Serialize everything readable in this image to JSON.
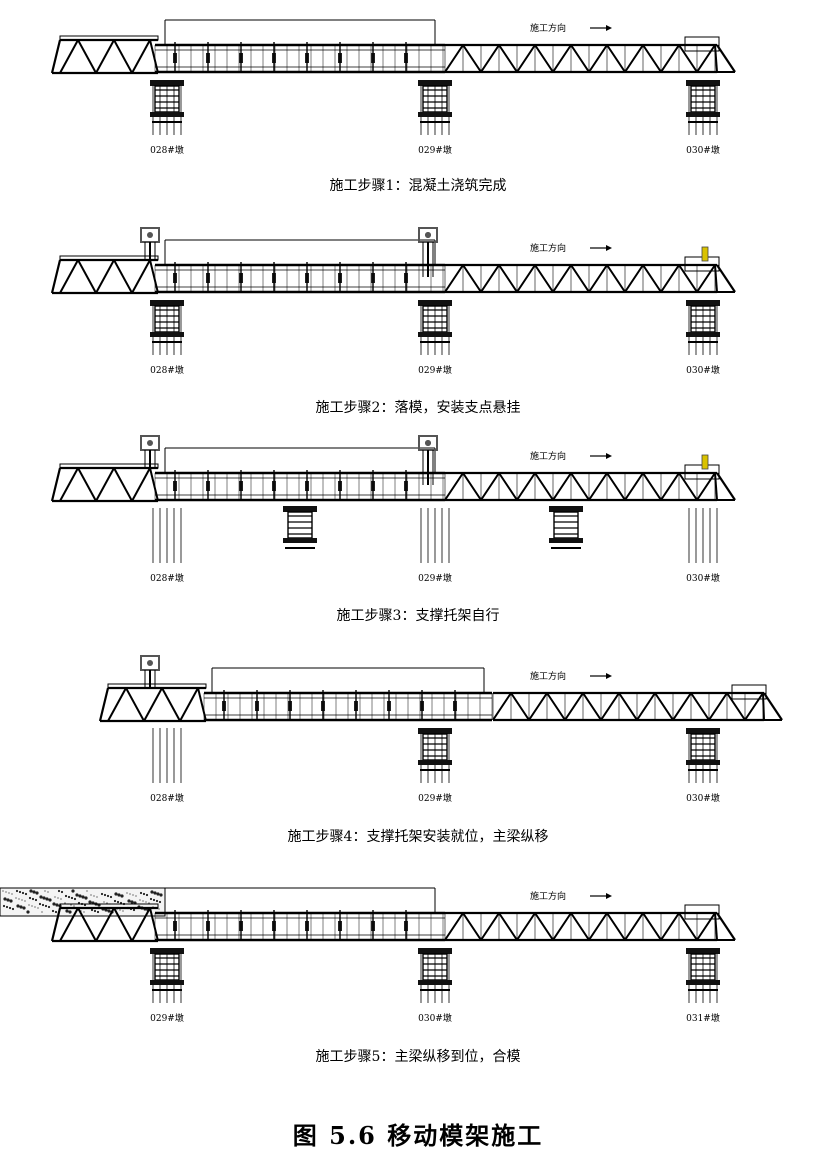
{
  "figure_caption": "图 5.6   移动模架施工",
  "direction_label": "施工方向",
  "steps": [
    {
      "caption": "施工步骤1：混凝土浇筑完成",
      "piers": [
        "028#墩",
        "029#墩",
        "030#墩"
      ]
    },
    {
      "caption": "施工步骤2：落模，安装支点悬挂",
      "piers": [
        "028#墩",
        "029#墩",
        "030#墩"
      ]
    },
    {
      "caption": "施工步骤3：支撑托架自行",
      "piers": [
        "028#墩",
        "029#墩",
        "030#墩"
      ]
    },
    {
      "caption": "施工步骤4：支撑托架安装就位，主梁纵移",
      "piers": [
        "028#墩",
        "029#墩",
        "030#墩"
      ]
    },
    {
      "caption": "施工步骤5：主梁纵移到位，合模",
      "piers": [
        "029#墩",
        "030#墩",
        "031#墩"
      ]
    }
  ]
}
